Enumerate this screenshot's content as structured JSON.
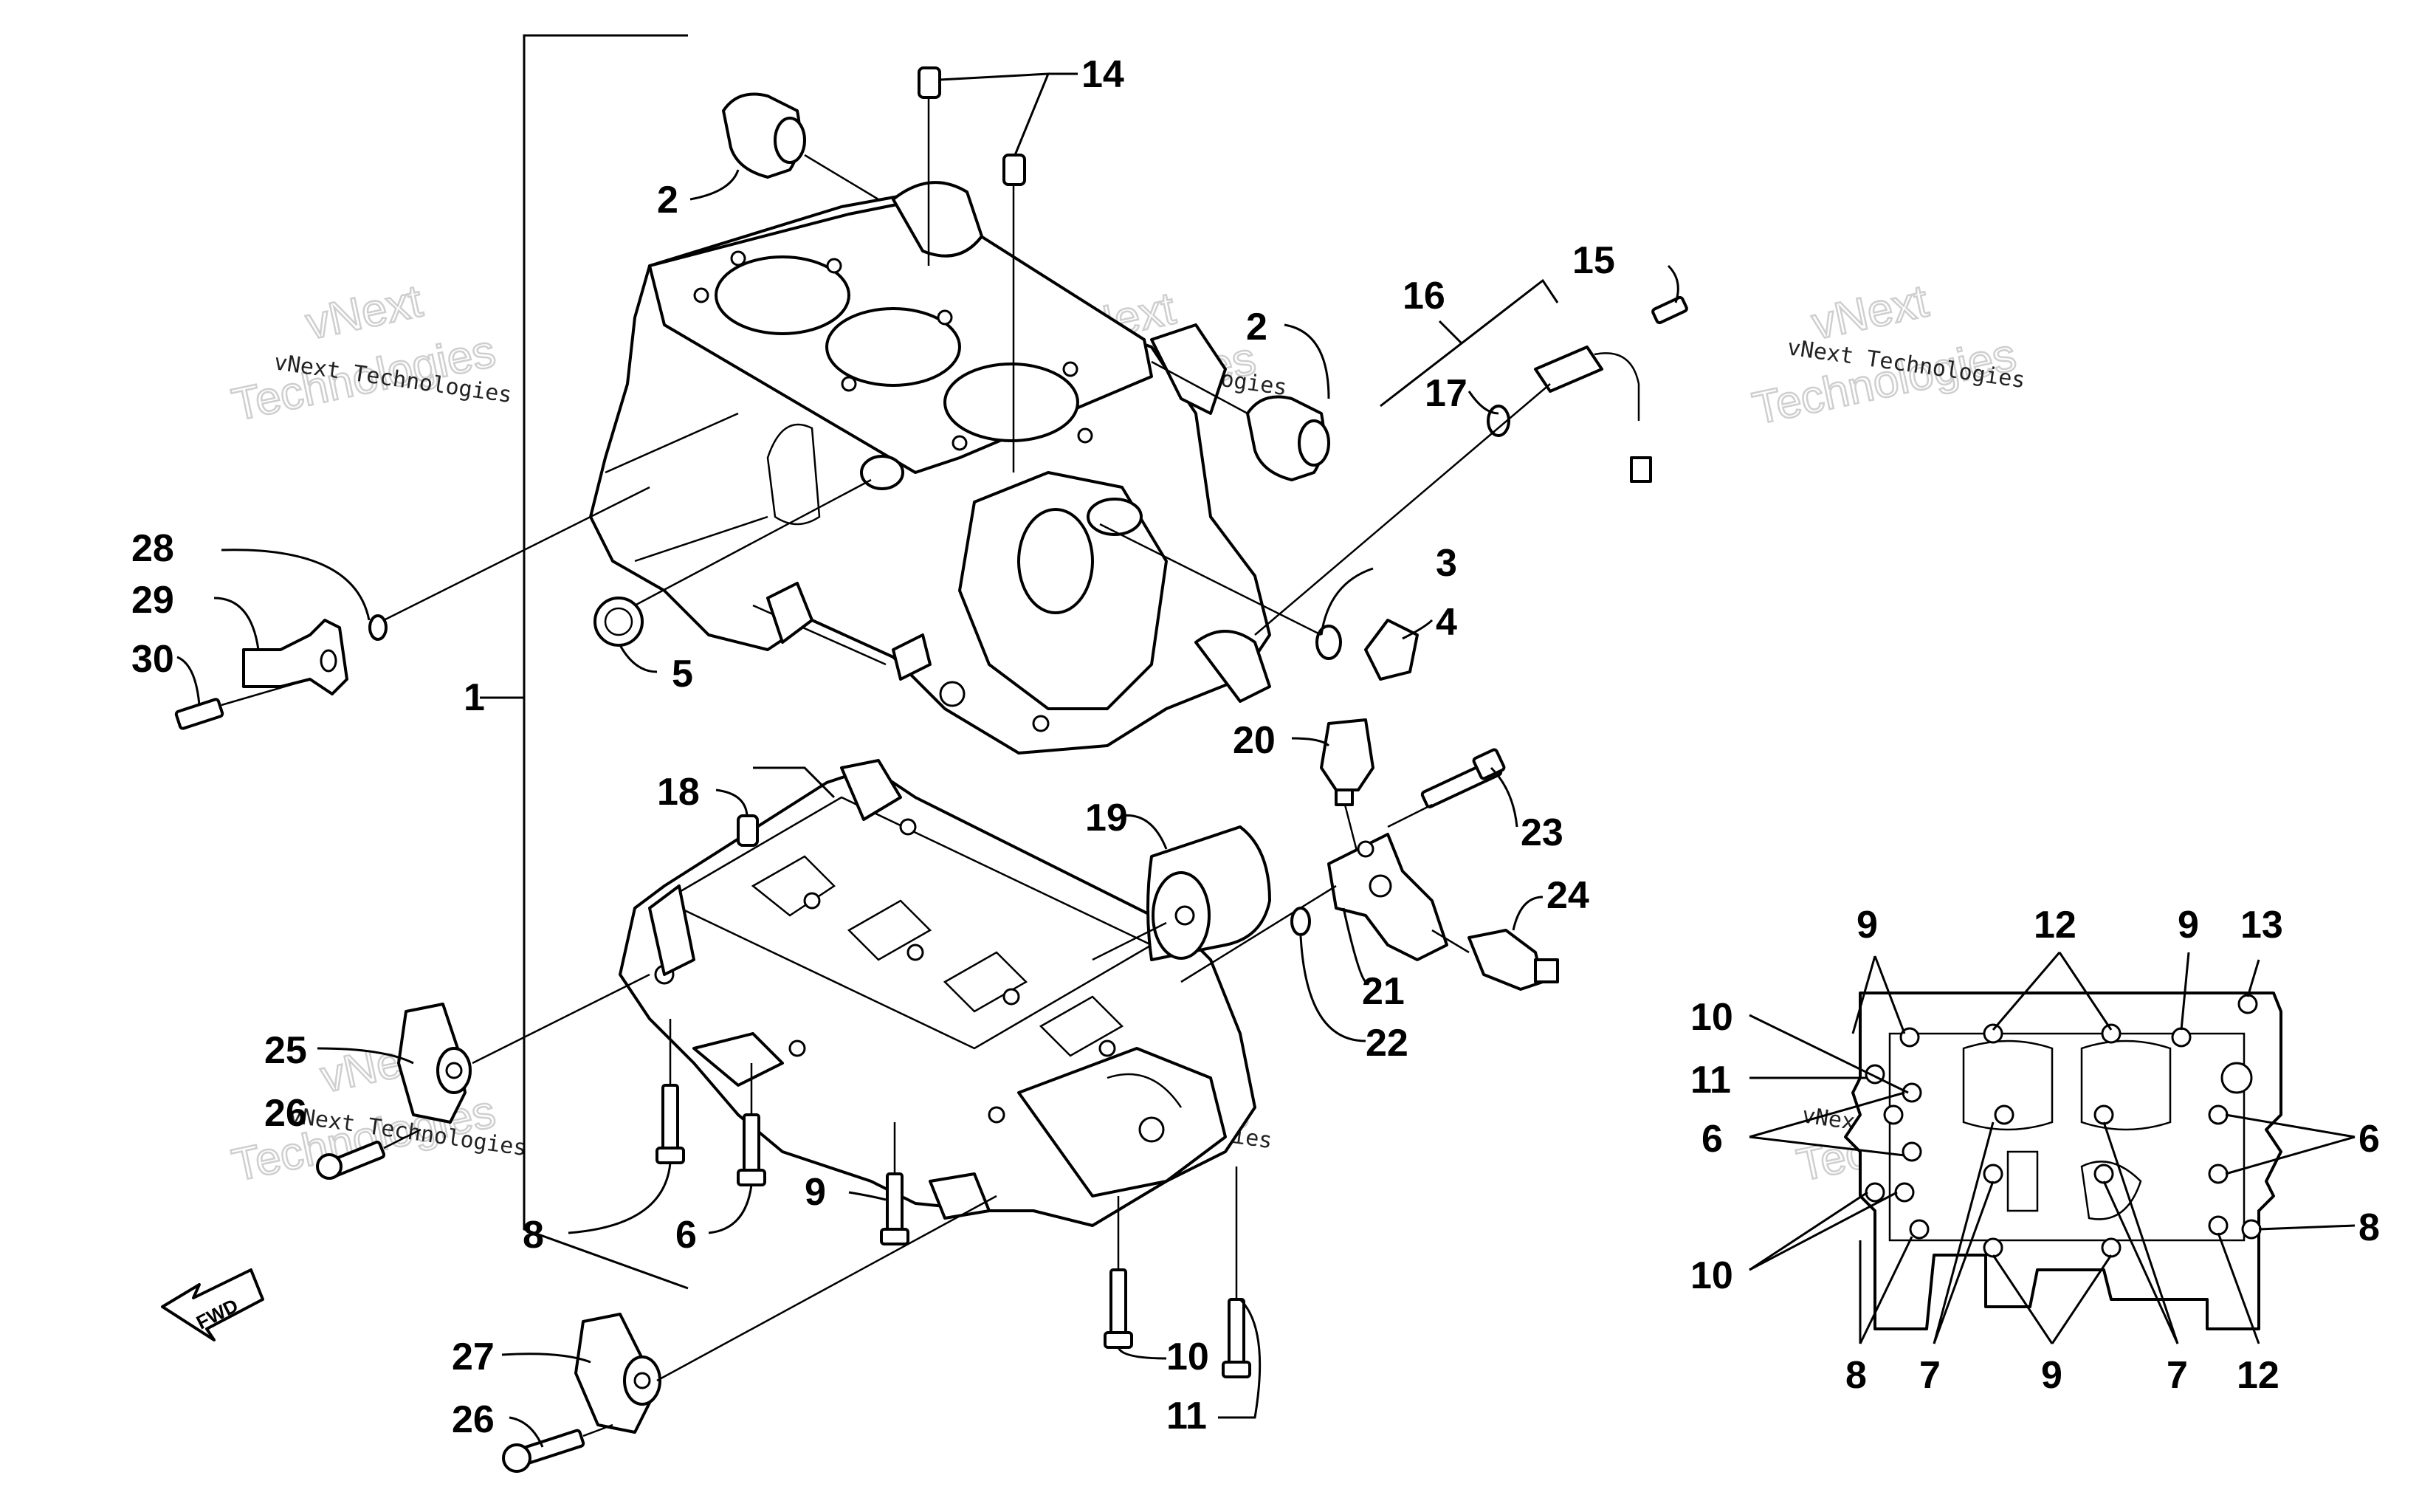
{
  "callouts": {
    "c1": "1",
    "c2a": "2",
    "c2b": "2",
    "c3": "3",
    "c4": "4",
    "c5": "5",
    "c6": "6",
    "c8": "8",
    "c9": "9",
    "c10": "10",
    "c11": "11",
    "c14": "14",
    "c15": "15",
    "c16": "16",
    "c17": "17",
    "c18": "18",
    "c19": "19",
    "c20": "20",
    "c21": "21",
    "c22": "22",
    "c23": "23",
    "c24": "24",
    "c25": "25",
    "c26a": "26",
    "c26b": "26",
    "c27": "27",
    "c28": "28",
    "c29": "29",
    "c30": "30"
  },
  "inset": {
    "i9a": "9",
    "i12a": "12",
    "i9b": "9",
    "i13": "13",
    "i10a": "10",
    "i11": "11",
    "i6a": "6",
    "i6b": "6",
    "i10b": "10",
    "i8a": "8",
    "i8b": "8",
    "i7a": "7",
    "i9c": "9",
    "i7b": "7",
    "i12b": "12"
  },
  "fwd_label": "FWD",
  "watermark": {
    "line1": "vNext Technologies",
    "line2": "vNext",
    "line3": "Technologies"
  }
}
